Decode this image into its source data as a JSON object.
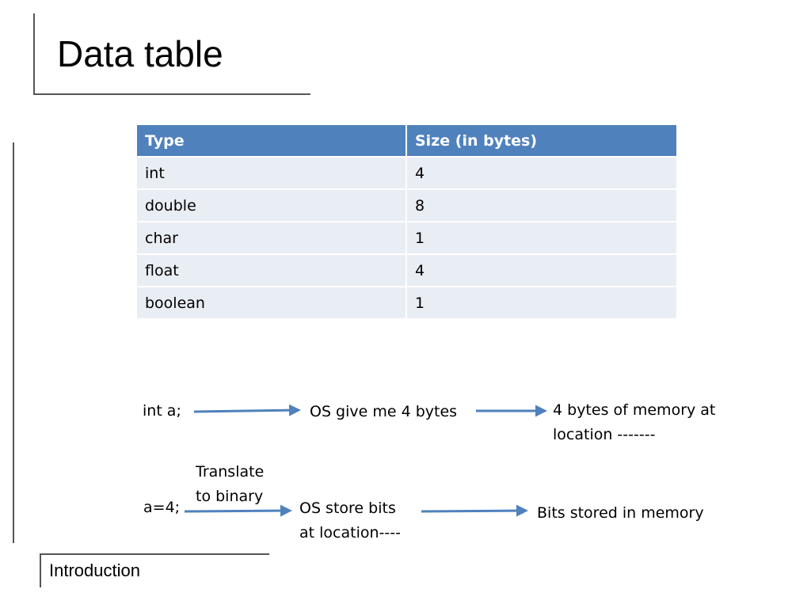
{
  "title": "Data table",
  "table": {
    "headers": [
      "Type",
      "Size (in bytes)"
    ],
    "rows": [
      [
        "int",
        "4"
      ],
      [
        "double",
        "8"
      ],
      [
        "char",
        "1"
      ],
      [
        "float",
        "4"
      ],
      [
        "boolean",
        "1"
      ]
    ]
  },
  "diagram": {
    "row1": {
      "code": "int a;",
      "request": "OS give me 4 bytes",
      "result_line1": "4 bytes of memory at",
      "result_line2": "location -------"
    },
    "row2": {
      "code": "a=4;",
      "translate_line1": "Translate",
      "translate_line2": "to binary",
      "store_line1": "OS store bits",
      "store_line2": "at location----",
      "result": "Bits stored in memory"
    },
    "arrow_color": "#4f81bd"
  },
  "footer": "Introduction"
}
